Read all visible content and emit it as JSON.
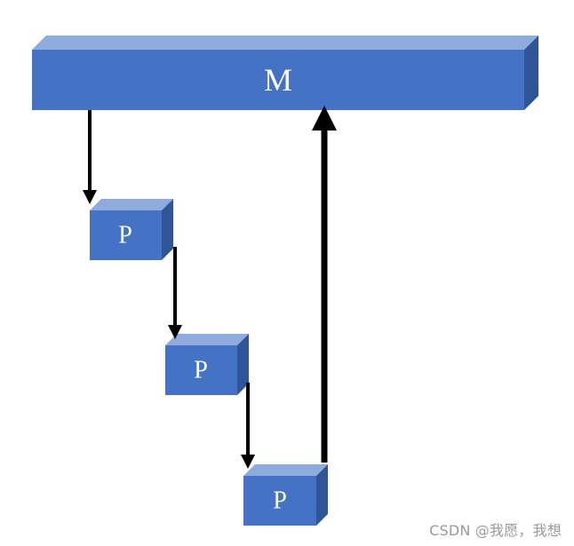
{
  "diagram": {
    "main_block": {
      "label": "M"
    },
    "process_blocks": [
      {
        "label": "P"
      },
      {
        "label": "P"
      },
      {
        "label": "P"
      }
    ]
  },
  "colors": {
    "front": "#4472C4",
    "top": "#8FAADC",
    "side": "#2F5597",
    "arrow": "#000000",
    "label": "#FFFFFF"
  },
  "watermark": {
    "text": "CSDN @我愿，我想"
  }
}
